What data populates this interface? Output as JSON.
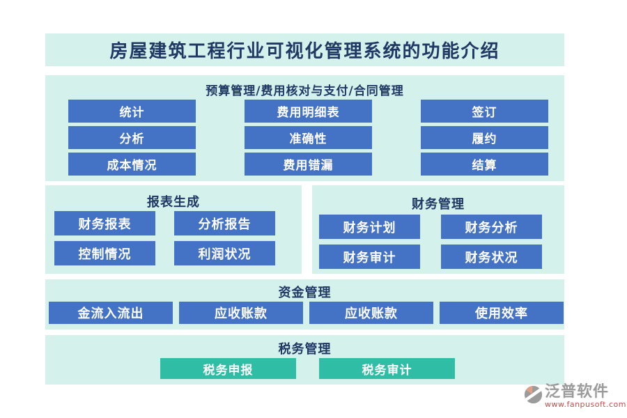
{
  "title": "房屋建筑工程行业可视化管理系统的功能介绍",
  "colors": {
    "panel_bg": "#D5F1EB",
    "button_blue": "#4472C4",
    "button_teal": "#2FBEA5",
    "heading_text": "#1F3864",
    "button_text": "#FFFFFF",
    "brand_gray": "#9B9B9B",
    "url_red": "#B9524B"
  },
  "sections": {
    "budget": {
      "header": "预算管理/费用核对与支付/合同管理",
      "buttons": [
        "统计",
        "费用明细表",
        "签订",
        "分析",
        "准确性",
        "履约",
        "成本情况",
        "费用错漏",
        "结算"
      ]
    },
    "report": {
      "header": "报表生成",
      "buttons": [
        "财务报表",
        "分析报告",
        "控制情况",
        "利润状况"
      ]
    },
    "finance": {
      "header": "财务管理",
      "buttons": [
        "财务计划",
        "财务分析",
        "财务审计",
        "财务状况"
      ]
    },
    "fund": {
      "header": "资金管理",
      "buttons": [
        "金流入流出",
        "应收账款",
        "应收账款",
        "使用效率"
      ]
    },
    "tax": {
      "header": "税务管理",
      "buttons": [
        "税务申报",
        "税务审计"
      ]
    }
  },
  "footer": {
    "brand": "泛普软件",
    "url": "www.fanpusoft.com"
  }
}
